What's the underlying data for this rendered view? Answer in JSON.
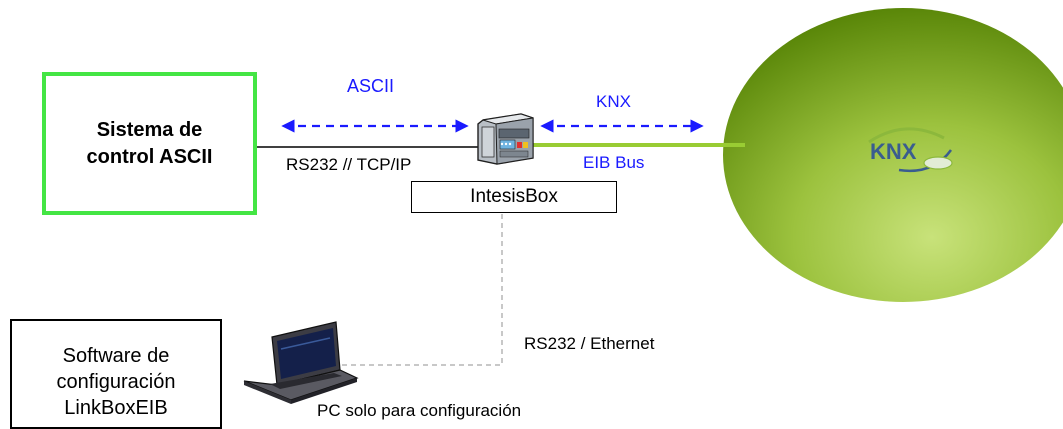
{
  "systems": {
    "ascii_control": {
      "line1": "Sistema de",
      "line2": "control ASCII"
    },
    "software": {
      "line1": "Software de",
      "line2": "configuración",
      "line3": "LinkBoxEIB"
    }
  },
  "gateway": {
    "label": "IntesisBox"
  },
  "protocols": {
    "left_protocol": "ASCII",
    "left_link": "RS232 // TCP/IP",
    "right_protocol": "KNX",
    "right_link": "EIB Bus"
  },
  "config_link": {
    "label": "RS232 / Ethernet",
    "pc_caption": "PC solo para configuración"
  },
  "knx_network": {
    "logo_text": "KNX"
  },
  "colors": {
    "ascii_border": "#44e544",
    "arrow_blue": "#1a1aff",
    "bus_green": "#99cc33",
    "sphere_dark": "#5a8a00",
    "sphere_light": "#c4e070",
    "logo_blue": "#3a5d8f",
    "logo_green": "#8cb83c"
  },
  "icons": {
    "gateway_device": "intesisbox-device-icon",
    "laptop": "laptop-icon",
    "knx_logo": "knx-logo-icon"
  }
}
